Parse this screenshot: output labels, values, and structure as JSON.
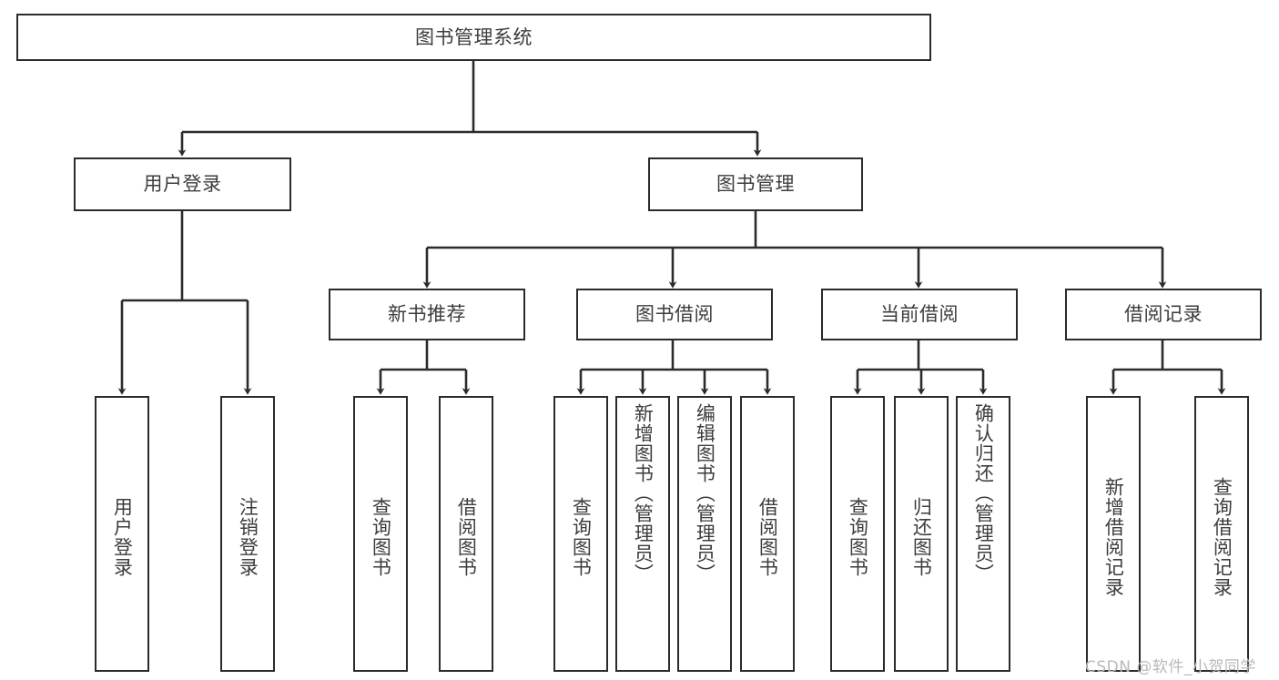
{
  "diagram": {
    "type": "tree-hierarchy",
    "title": "图书管理系统",
    "watermark": "CSDN @软件_小贺同学",
    "colors": {
      "box_border": "#2b2b2b",
      "box_fill": "#ffffff",
      "connector": "#2b2b2b",
      "text": "#3d3d3d",
      "watermark": "#b9b9b9",
      "background": "#ffffff"
    },
    "root": {
      "id": "root",
      "label": "图书管理系统"
    },
    "level1": [
      {
        "id": "user-login",
        "label": "用户登录"
      },
      {
        "id": "book-manage",
        "label": "图书管理"
      }
    ],
    "level2": [
      {
        "id": "new-book-recommend",
        "label": "新书推荐",
        "parent": "book-manage"
      },
      {
        "id": "book-borrow",
        "label": "图书借阅",
        "parent": "book-manage"
      },
      {
        "id": "current-borrow",
        "label": "当前借阅",
        "parent": "book-manage"
      },
      {
        "id": "borrow-record",
        "label": "借阅记录",
        "parent": "book-manage"
      }
    ],
    "leaves": [
      {
        "id": "leaf-user-login",
        "label": "用户登录",
        "parent": "user-login"
      },
      {
        "id": "leaf-user-logout",
        "label": "注销登录",
        "parent": "user-login"
      },
      {
        "id": "leaf-query-book-1",
        "label": "查询图书",
        "parent": "new-book-recommend"
      },
      {
        "id": "leaf-borrow-book-1",
        "label": "借阅图书",
        "parent": "new-book-recommend"
      },
      {
        "id": "leaf-query-book-2",
        "label": "查询图书",
        "parent": "book-borrow"
      },
      {
        "id": "leaf-add-book",
        "label": "新增图书（管理员）",
        "parent": "book-borrow"
      },
      {
        "id": "leaf-edit-book",
        "label": "编辑图书（管理员）",
        "parent": "book-borrow"
      },
      {
        "id": "leaf-borrow-book-2",
        "label": "借阅图书",
        "parent": "book-borrow"
      },
      {
        "id": "leaf-query-book-3",
        "label": "查询图书",
        "parent": "current-borrow"
      },
      {
        "id": "leaf-return-book",
        "label": "归还图书",
        "parent": "current-borrow"
      },
      {
        "id": "leaf-confirm-return",
        "label": "确认归还（管理员）",
        "parent": "current-borrow"
      },
      {
        "id": "leaf-add-record",
        "label": "新增借阅记录",
        "parent": "borrow-record"
      },
      {
        "id": "leaf-query-record",
        "label": "查询借阅记录",
        "parent": "borrow-record"
      }
    ]
  }
}
